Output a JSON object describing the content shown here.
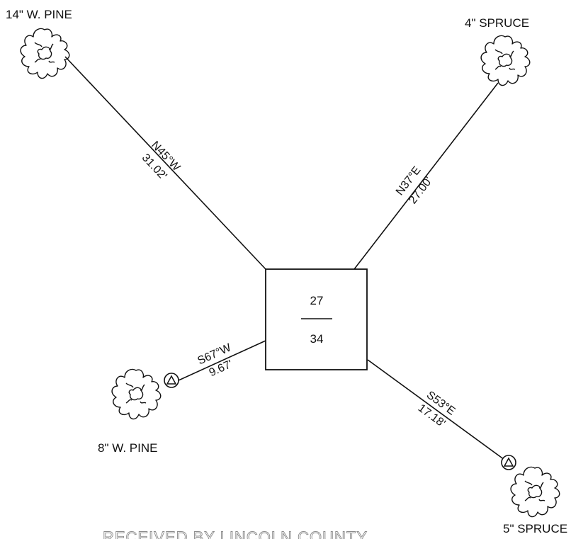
{
  "corner": {
    "section_top": "27",
    "section_bottom": "34"
  },
  "trees": {
    "nw": {
      "label": "14\" W. PINE",
      "bearing": "N45°W",
      "distance": "31.02'"
    },
    "ne": {
      "label": "4\" SPRUCE",
      "bearing": "N37°E",
      "distance": "27.00'"
    },
    "sw": {
      "label": "8\" W. PINE",
      "bearing": "S67°W",
      "distance": "9.67'"
    },
    "se": {
      "label": "5\" SPRUCE",
      "bearing": "S53°E",
      "distance": "17.18'"
    }
  },
  "stamp": {
    "text": "RECEIVED BY LINCOLN COUNTY"
  },
  "icons": [
    "tree-icon",
    "bearing-tree-triangle-icon"
  ],
  "colors": {
    "ink": "#111111",
    "stamp_outline": "#8a8a8a"
  }
}
